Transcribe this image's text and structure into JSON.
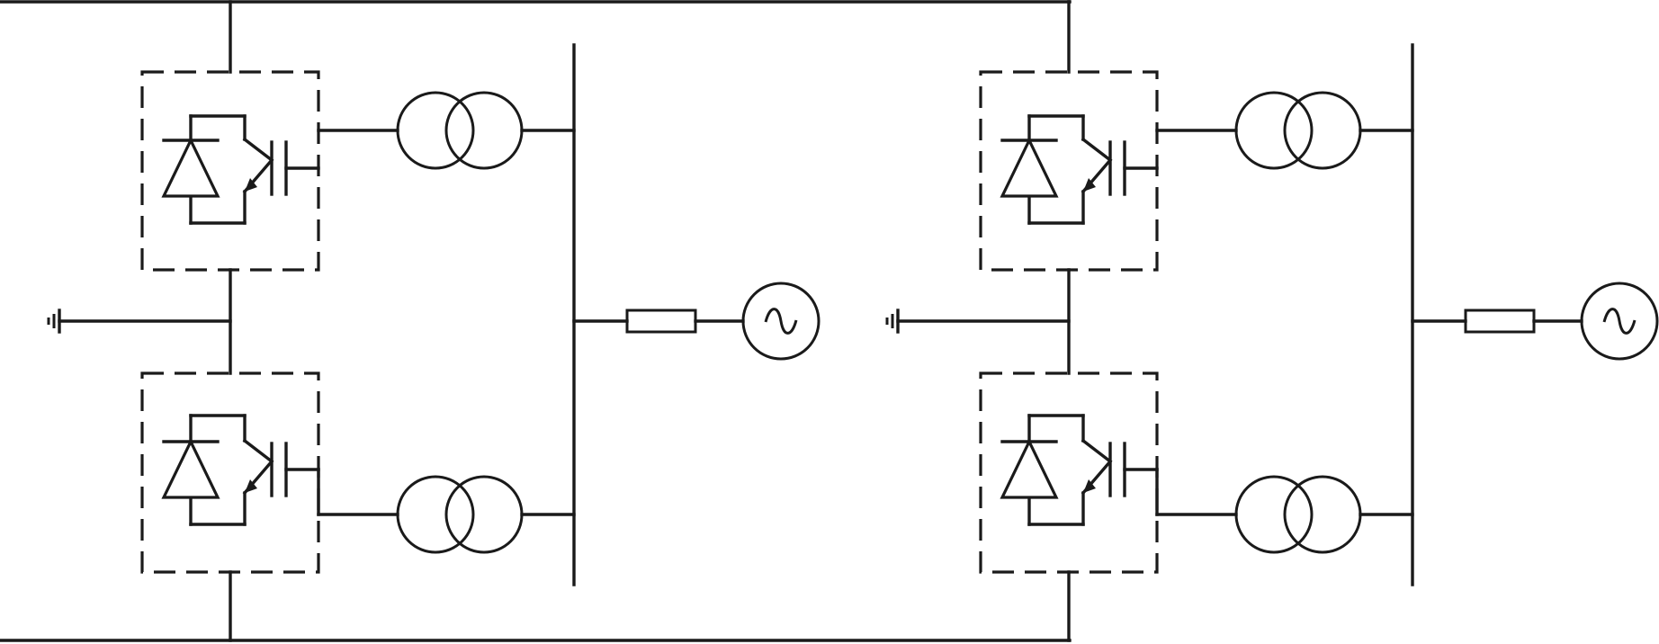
{
  "diagram": {
    "stations": [
      {
        "id": "station-left",
        "converters": [
          "upper",
          "lower"
        ]
      },
      {
        "id": "station-right",
        "converters": [
          "upper",
          "lower"
        ]
      }
    ],
    "symbols": {
      "converter_valve": "igbt-with-antiparallel-diode",
      "transformer": "two-winding-transformer-icon",
      "ac_source": "ac-source-icon",
      "ground": "ground-icon",
      "impedance": "resistor-icon"
    },
    "colors": {
      "line": "#1a1a1a",
      "background": "#ffffff"
    }
  }
}
